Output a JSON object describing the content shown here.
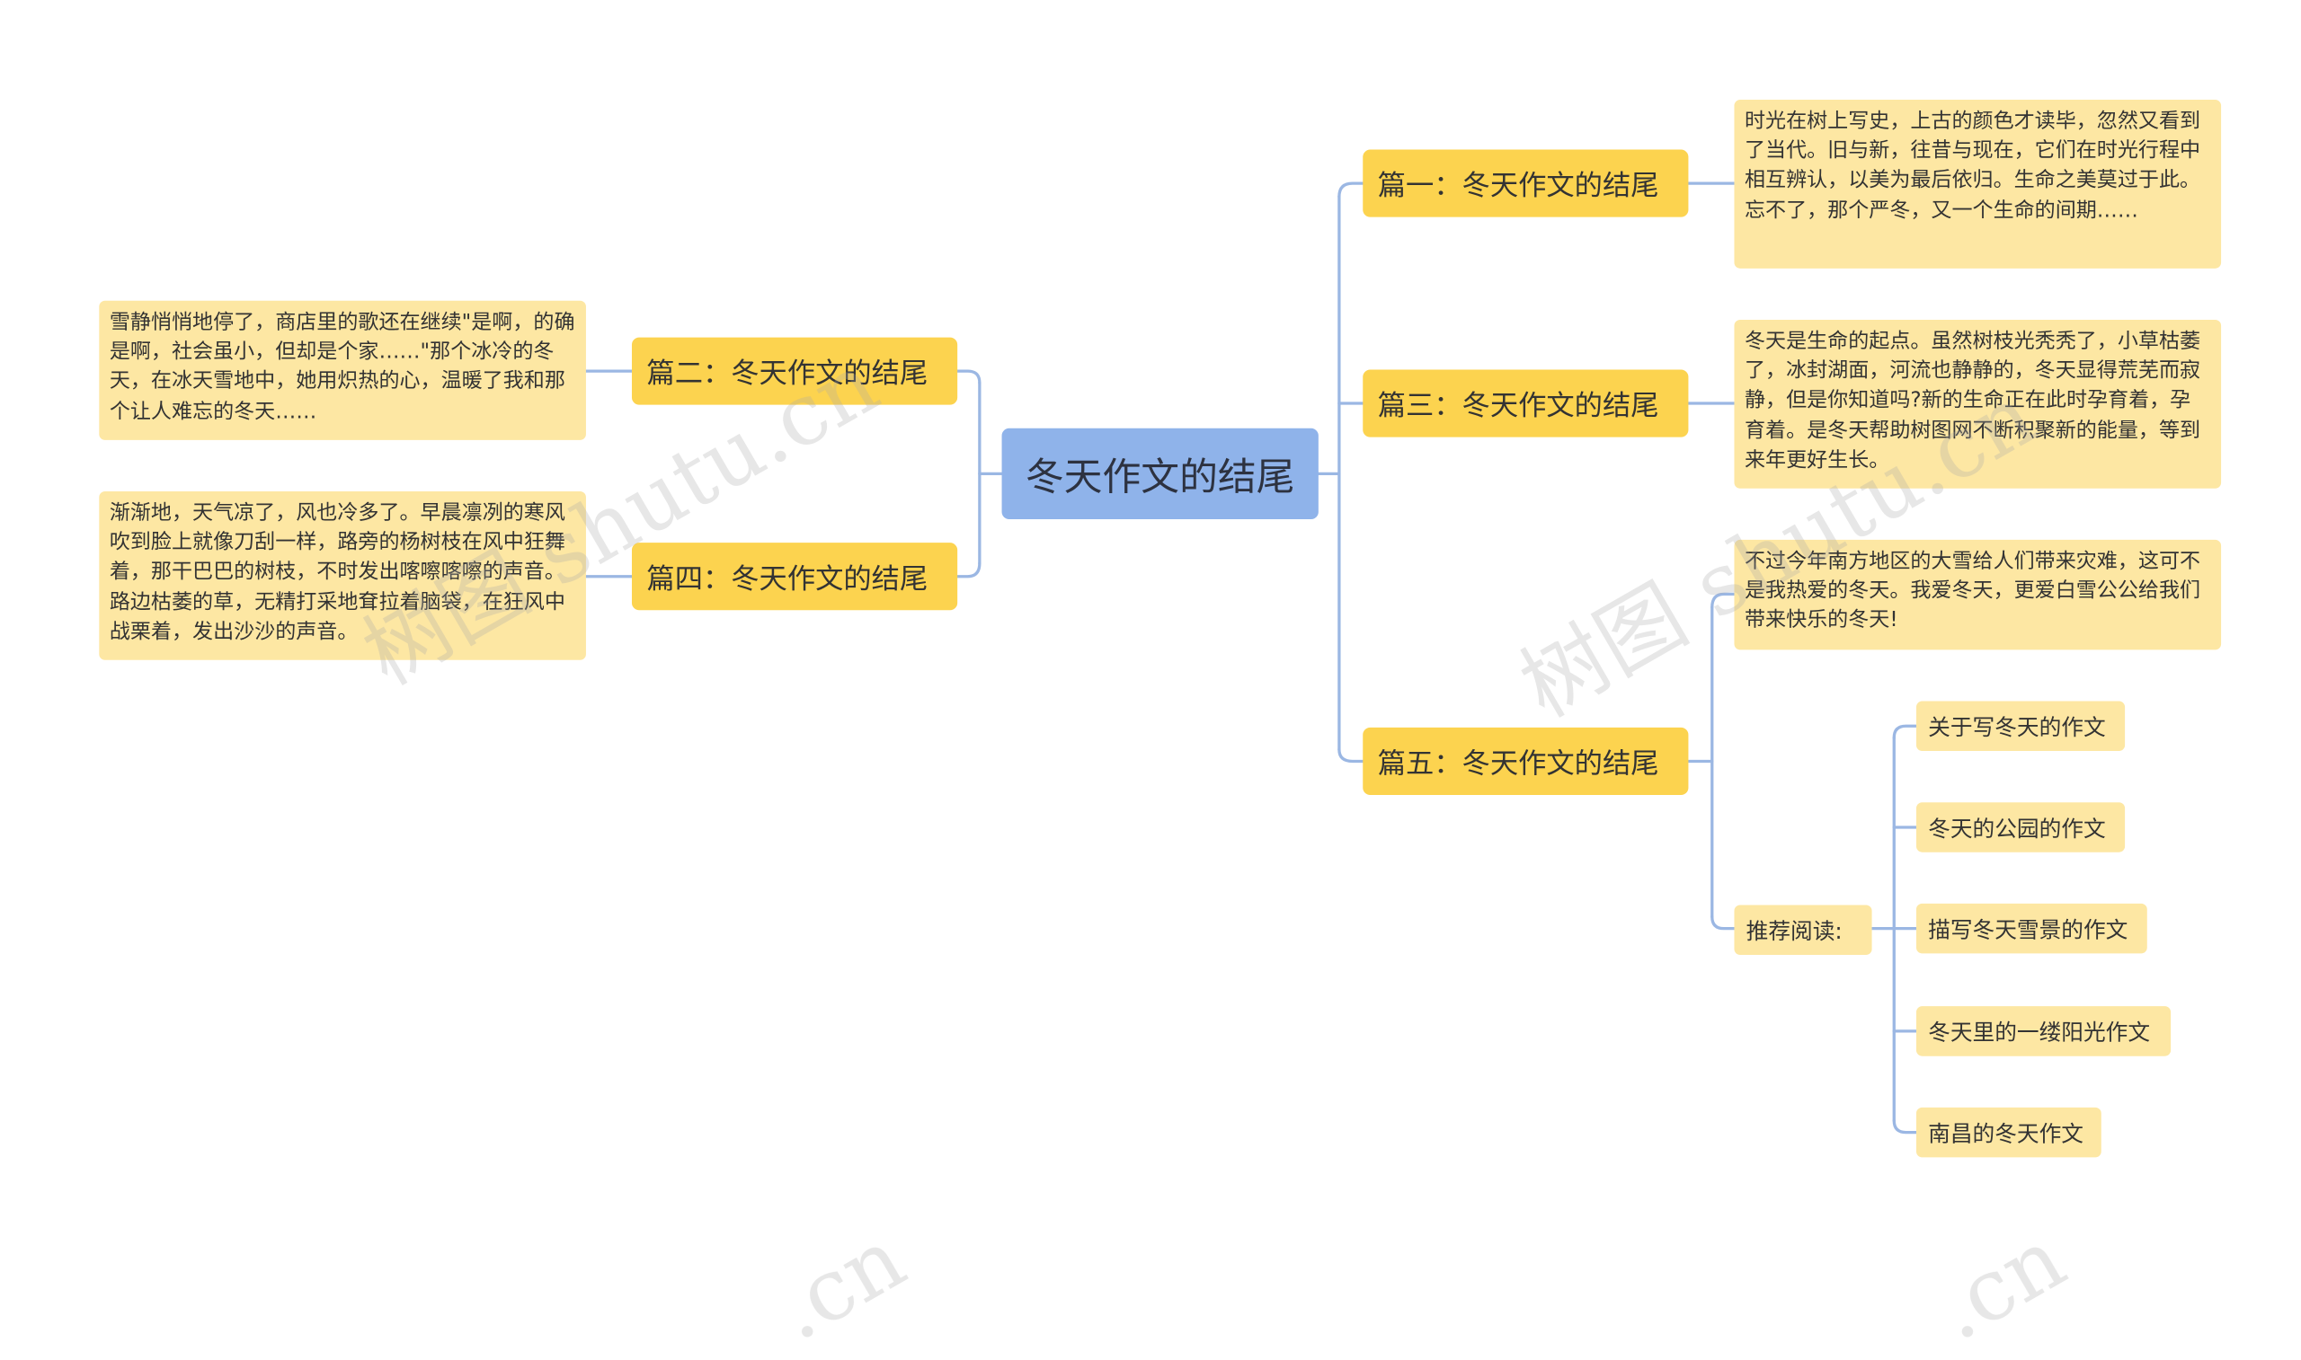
{
  "mindmap": {
    "root": "冬天作文的结尾",
    "branches": [
      {
        "title": "篇一：冬天作文的结尾",
        "text": "时光在树上写史，上古的颜色才读毕，忽然又看到了当代。旧与新，往昔与现在，它们在时光行程中相互辨认，以美为最后依归。生命之美莫过于此。忘不了，那个严冬，又一个生命的间期……"
      },
      {
        "title": "篇二：冬天作文的结尾",
        "text": "雪静悄悄地停了，商店里的歌还在继续\"是啊，的确是啊，社会虽小，但却是个家……\"那个冰冷的冬天，在冰天雪地中，她用炽热的心，温暖了我和那个让人难忘的冬天……"
      },
      {
        "title": "篇三：冬天作文的结尾",
        "text": "冬天是生命的起点。虽然树枝光秃秃了，小草枯萎了，冰封湖面，河流也静静的，冬天显得荒芜而寂静，但是你知道吗?新的生命正在此时孕育着，孕育着。是冬天帮助树图网不断积聚新的能量，等到来年更好生长。"
      },
      {
        "title": "篇四：冬天作文的结尾",
        "text": "渐渐地，天气凉了，风也冷多了。早晨凛冽的寒风吹到脸上就像刀刮一样，路旁的杨树枝在风中狂舞着，那干巴巴的树枝，不时发出喀嚓喀嚓的声音。路边枯萎的草，无精打采地耷拉着脑袋，在狂风中战栗着，发出沙沙的声音。"
      },
      {
        "title": "篇五：冬天作文的结尾",
        "text": "不过今年南方地区的大雪给人们带来灾难，这可不是我热爱的冬天。我爱冬天，更爱白雪公公给我们带来快乐的冬天!",
        "recommend_label": "推荐阅读:",
        "recommend_items": [
          "关于写冬天的作文",
          "冬天的公园的作文",
          "描写冬天雪景的作文",
          "冬天里的一缕阳光作文",
          "南昌的冬天作文"
        ]
      }
    ]
  },
  "watermarks": [
    "树图 shutu.cn",
    "树图 shutu.cn",
    ".cn",
    ".cn"
  ],
  "colors": {
    "root_fill": "#8fb3ea",
    "branch_fill": "#fcd34f",
    "leaf_fill": "#fde7a3",
    "connector": "#9bb7e3"
  }
}
